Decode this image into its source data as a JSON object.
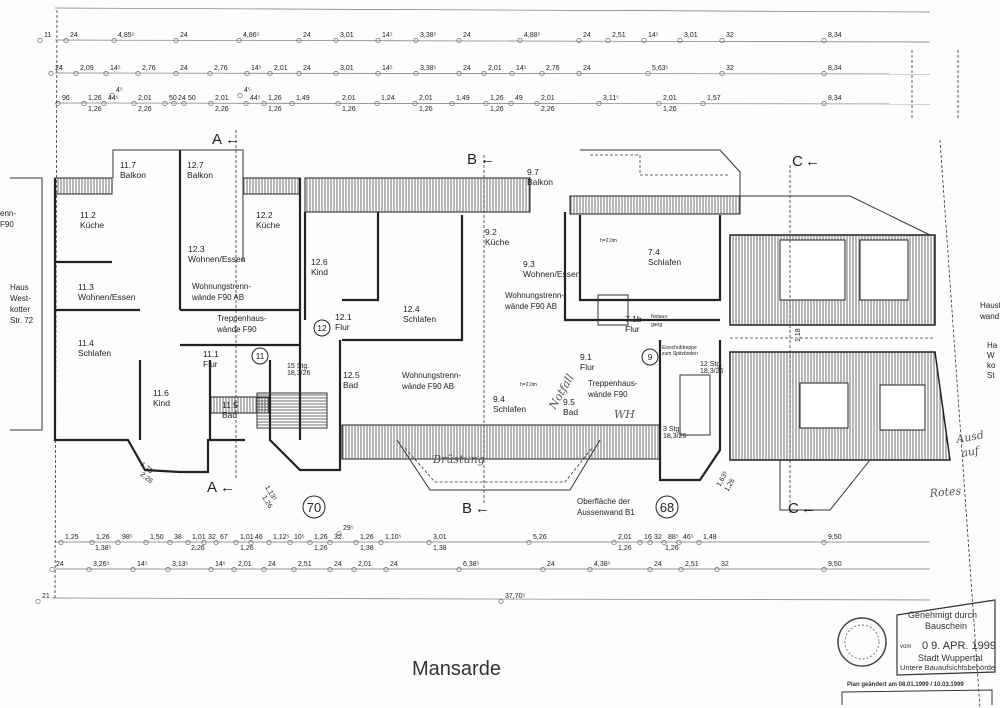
{
  "title": "Mansarde",
  "dimensions": {
    "top_row_1": [
      "11",
      "24",
      "4,85⁵",
      "24",
      "4,86⁵",
      "24",
      "3,01",
      "14⁵",
      "3,38⁵",
      "24",
      "4,88⁵",
      "24",
      "2,51",
      "14⁵",
      "3,01",
      "32",
      "8,34"
    ],
    "top_row_2": [
      "24",
      "2,09",
      "14⁵",
      "2,76",
      "24",
      "2,76",
      "14⁵",
      "2,01",
      "24",
      "3,01",
      "14⁵",
      "3,38⁵",
      "24",
      "2,01",
      "14⁵",
      "2,76",
      "24",
      "5,63⁵",
      "32",
      "8,34"
    ],
    "top_row_3_upper": [
      "96",
      "1,26",
      "44⁵",
      "4⁵",
      "2,01",
      "50",
      "24",
      "50",
      "2,01",
      "4⁵",
      "44⁵",
      "1,26",
      "1,49",
      "2,01",
      "1,24",
      "2,01",
      "1,49",
      "1,26",
      "49",
      "2,01",
      "3,11⁵",
      "2,01",
      "1,57",
      "8,34"
    ],
    "top_row_3_lower": [
      "1,26",
      "2,26",
      "2,26",
      "1,26",
      "1,26",
      "1,26",
      "1,26",
      "2,26",
      "1,26"
    ],
    "bottom_row_1_upper": [
      "1,25",
      "1,26",
      "98⁵",
      "1,50",
      "38",
      "1,01",
      "32",
      "67",
      "1,01",
      "46",
      "1,12⁵",
      "10⁵",
      "1,26",
      "32",
      "29⁵",
      "1,26",
      "1,10⁵",
      "3,01",
      "5,26",
      "2,01",
      "16",
      "32",
      "88⁵",
      "46⁵",
      "1,48",
      "9,50"
    ],
    "bottom_row_1_lower": [
      "1,38⁵",
      "2,26",
      "1,26",
      "1,26",
      "1,38",
      "1,38",
      "1,26",
      "1,26"
    ],
    "bottom_row_2": [
      "24",
      "3,26⁵",
      "14⁵",
      "3,13⁵",
      "14⁵",
      "2,01",
      "24",
      "2,51",
      "24",
      "2,01",
      "24",
      "6,38⁵",
      "24",
      "4,38⁵",
      "24",
      "2,51",
      "32",
      "9,50"
    ],
    "bottom_row_3": [
      "21",
      "37,70⁵"
    ],
    "diagonal": [
      "1,75",
      "2,26",
      "1,13⁵",
      "1,26",
      "1,63⁵",
      "1,26"
    ],
    "roof_gap": "1,18"
  },
  "rooms": [
    {
      "no": "11.7",
      "name": "Balkon"
    },
    {
      "no": "12.7",
      "name": "Balkon"
    },
    {
      "no": "11.2",
      "name": "Küche"
    },
    {
      "no": "12.2",
      "name": "Küche"
    },
    {
      "no": "12.3",
      "name": "Wohnen/Essen"
    },
    {
      "no": "11.3",
      "name": "Wohnen/Essen"
    },
    {
      "no": "12.6",
      "name": "Kind"
    },
    {
      "no": "12.1",
      "name": "Flur"
    },
    {
      "no": "12.4",
      "name": "Schlafen"
    },
    {
      "no": "9.2",
      "name": "Küche"
    },
    {
      "no": "9.3",
      "name": "Wohnen/Essen"
    },
    {
      "no": "9.7",
      "name": "Balkon"
    },
    {
      "no": "7.4",
      "name": "Schlafen"
    },
    {
      "no": "7.1b",
      "name": "Flur"
    },
    {
      "no": "11.4",
      "name": "Schlafen"
    },
    {
      "no": "11.1",
      "name": "Flur"
    },
    {
      "no": "11.6",
      "name": "Kind"
    },
    {
      "no": "11.5",
      "name": "Bad"
    },
    {
      "no": "12.5",
      "name": "Bad"
    },
    {
      "no": "9.4",
      "name": "Schlafen"
    },
    {
      "no": "9.5",
      "name": "Bad"
    },
    {
      "no": "9.1",
      "name": "Flur"
    }
  ],
  "notes": [
    {
      "l1": "Wohnungstrenn-",
      "l2": "wände F90 AB"
    },
    {
      "l1": "Wohnungstrenn-",
      "l2": "wände F90 AB"
    },
    {
      "l1": "Wohnungstrenn-",
      "l2": "wände F90 AB"
    },
    {
      "l1": "Treppenhaus-",
      "l2": "wände F90"
    },
    {
      "l1": "Treppenhaus-",
      "l2": "wände F90"
    },
    {
      "l1": "15 Stg.",
      "l2": "18,3/26"
    },
    {
      "l1": "12 Stg.",
      "l2": "18,3/26"
    },
    {
      "l1": "3 Stg.",
      "l2": "18,3/26"
    },
    {
      "l1": "Oberfläche der",
      "l2": "Aussenwand B1"
    },
    {
      "l1": "enn-",
      "l2": "F90"
    },
    {
      "l1": "Haustr",
      "l2": "wand"
    }
  ],
  "small_notes": [
    "Notaus-",
    "gang",
    "Einschubtreppe",
    "zum Spitzboden",
    "h=2,0m",
    "h=2,0m"
  ],
  "neighbor": [
    "Haus",
    "West-",
    "kotter",
    "Str. 72"
  ],
  "neighbor_right": [
    "Ha",
    "W",
    "ko",
    "St"
  ],
  "stair_numbers": [
    "11",
    "12",
    "9",
    "70",
    "68"
  ],
  "sections": [
    "A",
    "A",
    "B",
    "B",
    "C",
    "C"
  ],
  "handwritten": [
    "Brüstung",
    "Notfall",
    "WH",
    "Ausd",
    "auf",
    "Rotes"
  ],
  "stamp": {
    "line1": "Genehmigt durch",
    "line2": "Bauschein",
    "vom": "vom",
    "date": "0 9. APR. 1999",
    "city": "Stadt Wuppertal",
    "authority": "Untere Bauaufsichtsbehörde",
    "changed": "Plan geändert am 08.01.1999 / 10.03.1999"
  },
  "colors": {
    "ink": "#222222",
    "paper": "#fdfdfd"
  }
}
